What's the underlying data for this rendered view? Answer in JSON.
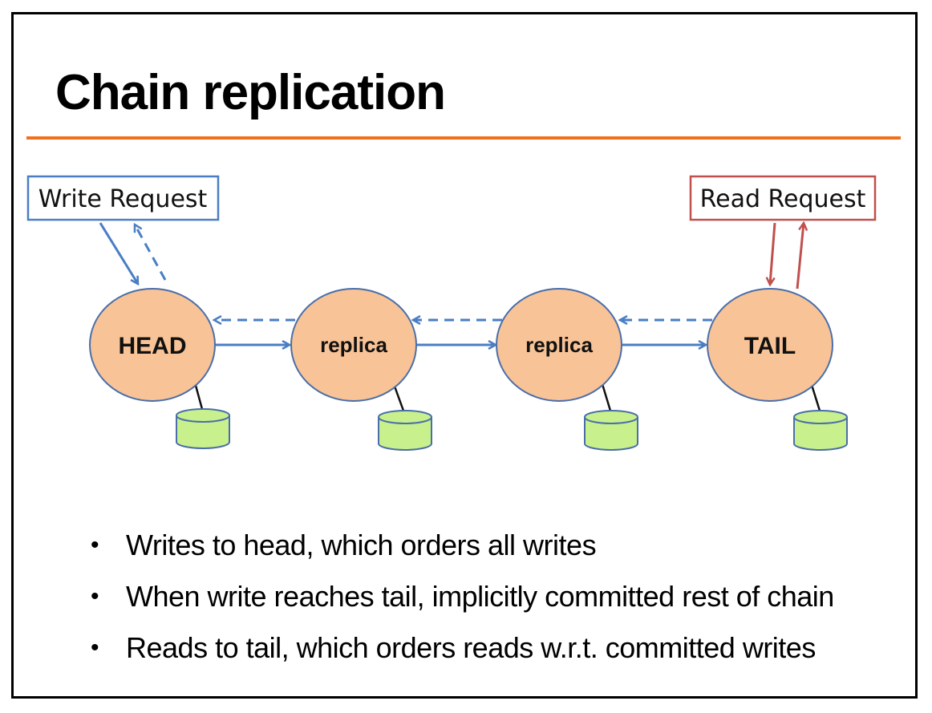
{
  "slide": {
    "title": "Chain replication"
  },
  "diagram": {
    "write_request_label": "Write Request",
    "read_request_label": "Read Request",
    "nodes": [
      {
        "label": "HEAD"
      },
      {
        "label": "replica"
      },
      {
        "label": "replica"
      },
      {
        "label": "TAIL"
      }
    ],
    "colors": {
      "node_fill": "#f8c396",
      "node_stroke": "#4a6ea9",
      "write_arrow": "#4a7ec4",
      "read_box_stroke": "#c0504d",
      "read_arrow": "#c0504d",
      "db_fill": "#c8f08c",
      "accent_rule": "#f07020"
    }
  },
  "bullets": [
    "Writes to head, which orders all writes",
    "When write reaches tail, implicitly committed rest of chain",
    "Reads to tail, which orders reads w.r.t. committed writes"
  ]
}
